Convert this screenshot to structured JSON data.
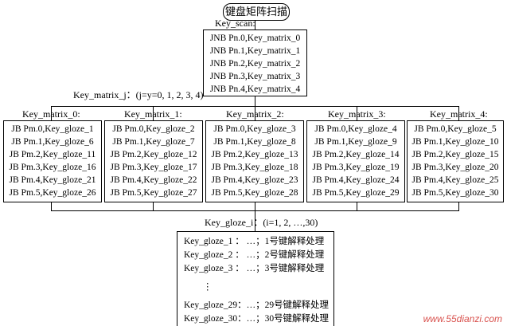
{
  "title": "键盘矩阵扫描",
  "scan": {
    "label": "Key_scan:",
    "lines": [
      "JNB Pn.0,Key_matrix_0",
      "JNB Pn.1,Key_matrix_1",
      "JNB Pn.2,Key_matrix_2",
      "JNB Pn.3,Key_matrix_3",
      "JNB Pn.4,Key_matrix_4"
    ]
  },
  "matrix_label": "Key_matrix_j：(j=y=0, 1, 2, 3, 4)",
  "matrices": [
    {
      "label": "Key_matrix_0:",
      "lines": [
        "JB Pm.0,Key_gloze_1",
        "JB Pm.1,Key_gloze_6",
        "JB Pm.2,Key_gloze_11",
        "JB Pm.3,Key_gloze_16",
        "JB Pm.4,Key_gloze_21",
        "JB Pm.5,Key_gloze_26"
      ]
    },
    {
      "label": "Key_matrix_1:",
      "lines": [
        "JB Pm.0,Key_gloze_2",
        "JB Pm.1,Key_gloze_7",
        "JB Pm.2,Key_gloze_12",
        "JB Pm.3,Key_gloze_17",
        "JB Pm.4,Key_gloze_22",
        "JB Pm.5,Key_gloze_27"
      ]
    },
    {
      "label": "Key_matrix_2:",
      "lines": [
        "JB Pm.0,Key_gloze_3",
        "JB Pm.1,Key_gloze_8",
        "JB Pm.2,Key_gloze_13",
        "JB Pm.3,Key_gloze_18",
        "JB Pm.4,Key_gloze_23",
        "JB Pm.5,Key_gloze_28"
      ]
    },
    {
      "label": "Key_matrix_3:",
      "lines": [
        "JB Pm.0,Key_gloze_4",
        "JB Pm.1,Key_gloze_9",
        "JB Pm.2,Key_gloze_14",
        "JB Pm.3,Key_gloze_19",
        "JB Pm.4,Key_gloze_24",
        "JB Pm.5,Key_gloze_29"
      ]
    },
    {
      "label": "Key_matrix_4:",
      "lines": [
        "JB Pm.0,Key_gloze_5",
        "JB Pm.1,Key_gloze_10",
        "JB Pm.2,Key_gloze_15",
        "JB Pm.3,Key_gloze_20",
        "JB Pm.4,Key_gloze_25",
        "JB Pm.5,Key_gloze_30"
      ]
    }
  ],
  "gloze_label": "Key_gloze_i：(i=1, 2, …,30)",
  "gloze_lines": [
    "Key_gloze_1 ：  …；1号键解释处理",
    "Key_gloze_2 ：  …；2号键解释处理",
    "Key_gloze_3 ：  …；3号键解释处理",
    "⋮",
    "Key_gloze_29：…；29号键解释处理",
    "Key_gloze_30：…；30号键解释处理"
  ],
  "watermark": "www.55dianzi.com"
}
